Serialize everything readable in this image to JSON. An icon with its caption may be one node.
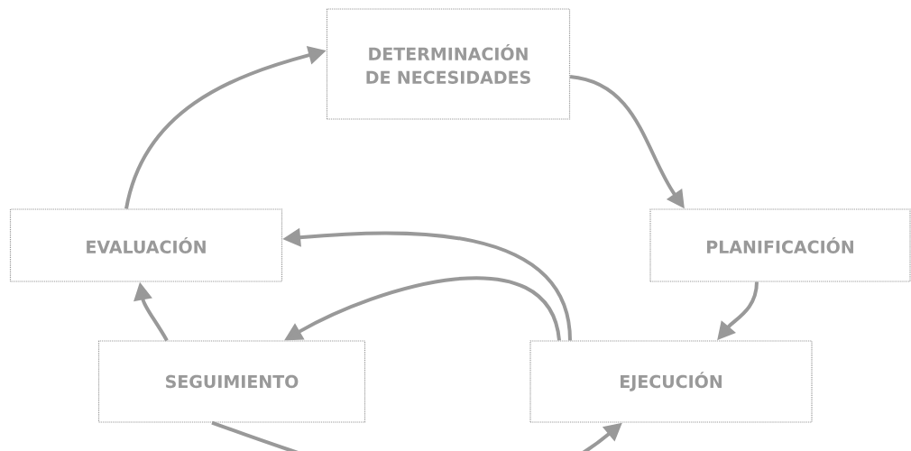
{
  "diagram": {
    "nodes": [
      {
        "text": [
          "DETERMINACIÓN DE NECESIDADES"
        ]
      },
      {
        "text": [
          "EVALUACIÓN"
        ]
      },
      {
        "text": [
          "PLANIFICACIÓN"
        ]
      },
      {
        "text": [
          "SEGUIMIENTO"
        ]
      },
      {
        "text": [
          "EJECUCIÓN"
        ]
      }
    ],
    "edges": [
      {
        "from": 0,
        "to": 2,
        "arrow": "to"
      },
      {
        "from": 2,
        "to": 4,
        "arrow": "to"
      },
      {
        "from": 4,
        "to": 3,
        "arrow": "to"
      },
      {
        "from": 4,
        "to": 1,
        "arrow": "to"
      },
      {
        "from": 3,
        "to": 4,
        "arrow": "to"
      },
      {
        "from": 3,
        "to": 1,
        "arrow": "to"
      },
      {
        "from": 1,
        "to": 0,
        "arrow": "to"
      }
    ]
  }
}
